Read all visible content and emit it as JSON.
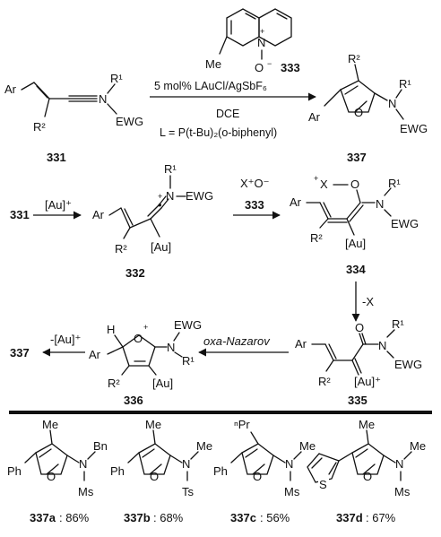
{
  "reaction1": {
    "sm_label": "331",
    "reagent_label": "333",
    "product_label": "337",
    "cond1": "5 mol% LAuCl/AgSbF₆",
    "cond2": "DCE",
    "cond3": "L = P(t-Bu)₂(o-biphenyl)"
  },
  "groups": {
    "ar": "Ar",
    "r1": "R¹",
    "r2": "R²",
    "r1_plain": "R",
    "r2_plain": "R",
    "sup1": "1",
    "sup2": "2",
    "ewg": "EWG",
    "n": "N",
    "o": "O",
    "me": "Me",
    "au": "[Au]",
    "au_plus": "[Au]⁺",
    "x": "X",
    "h": "H",
    "plus": "+",
    "minus": "−",
    "dot": "•"
  },
  "mechanism": {
    "step1_reagent": "[Au]⁺",
    "int_332": "332",
    "step2_reagent": "X⁺O⁻",
    "step2_label": "333",
    "int_334": "334",
    "step3": "-X",
    "int_335": "335",
    "step4": "oxa-Nazarov",
    "int_336": "336",
    "step5": "-[Au]⁺",
    "prod": "337",
    "sm": "331"
  },
  "examples": [
    {
      "id": "337a",
      "yield": ": 86%",
      "r_top": "Me",
      "r_aryl": "Ph",
      "n_sub": "Bn",
      "ewg": "Ms"
    },
    {
      "id": "337b",
      "yield": ": 68%",
      "r_top": "Me",
      "r_aryl": "Ph",
      "n_sub": "Me",
      "ewg": "Ts"
    },
    {
      "id": "337c",
      "yield": ": 56%",
      "r_top": "ⁿPr",
      "r_aryl": "Ph",
      "n_sub": "Me",
      "ewg": "Ms"
    },
    {
      "id": "337d",
      "yield": ": 67%",
      "r_top": "Me",
      "r_aryl": "S",
      "n_sub": "Me",
      "ewg": "Ms"
    }
  ]
}
